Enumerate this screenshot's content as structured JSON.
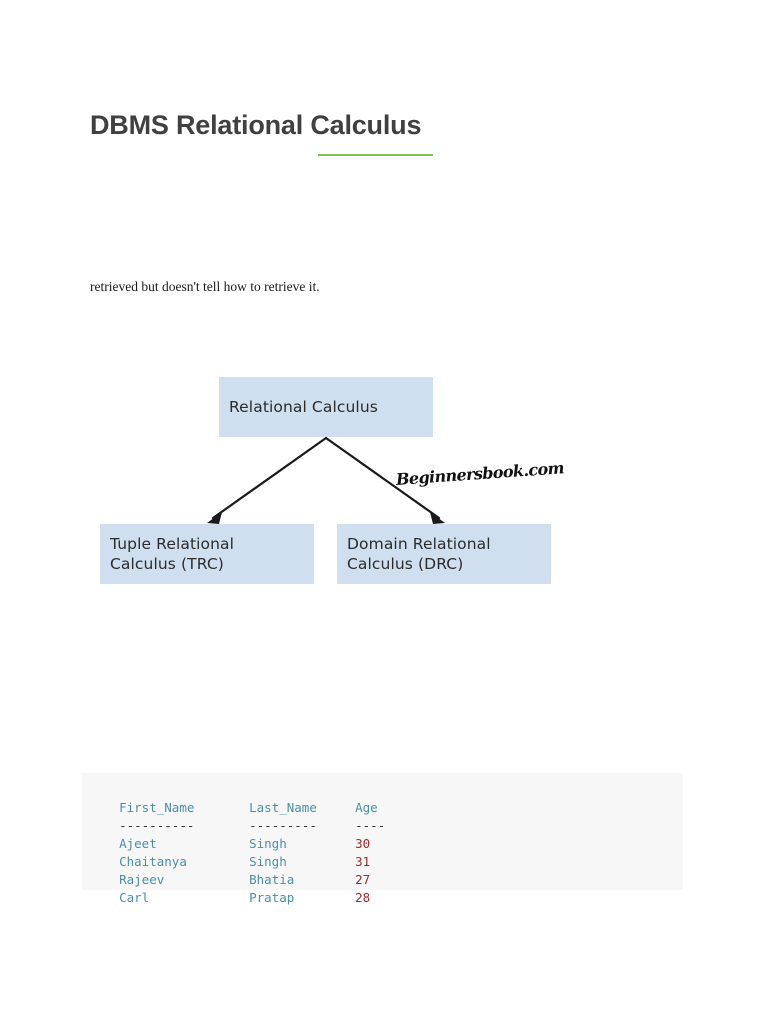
{
  "document": {
    "title": "DBMS Relational Calculus",
    "title_rule_color": "#7dc24b",
    "paragraph": "retrieved but doesn't tell how to retrieve it."
  },
  "diagram": {
    "watermark": "Beginnersbook.com",
    "box_fill_color": "#cfdff0",
    "arrow_color": "#1a1a1a",
    "nodes": [
      {
        "id": "root",
        "label": "Relational Calculus"
      },
      {
        "id": "trc",
        "label": "Tuple Relational\nCalculus (TRC)"
      },
      {
        "id": "drc",
        "label": "Domain Relational\nCalculus (DRC)"
      }
    ]
  },
  "result_table": {
    "background_color": "#f7f7f7",
    "header_color": "#4a8fa8",
    "number_color": "#9c2b2b",
    "columns": [
      "First_Name",
      "Last_Name",
      "Age"
    ],
    "separators": [
      "----------",
      "---------",
      "----"
    ],
    "rows": [
      {
        "first_name": "Ajeet",
        "last_name": "Singh",
        "age": "30"
      },
      {
        "first_name": "Chaitanya",
        "last_name": "Singh",
        "age": "31"
      },
      {
        "first_name": "Rajeev",
        "last_name": "Bhatia",
        "age": "27"
      },
      {
        "first_name": "Carl",
        "last_name": "Pratap",
        "age": "28"
      }
    ]
  }
}
